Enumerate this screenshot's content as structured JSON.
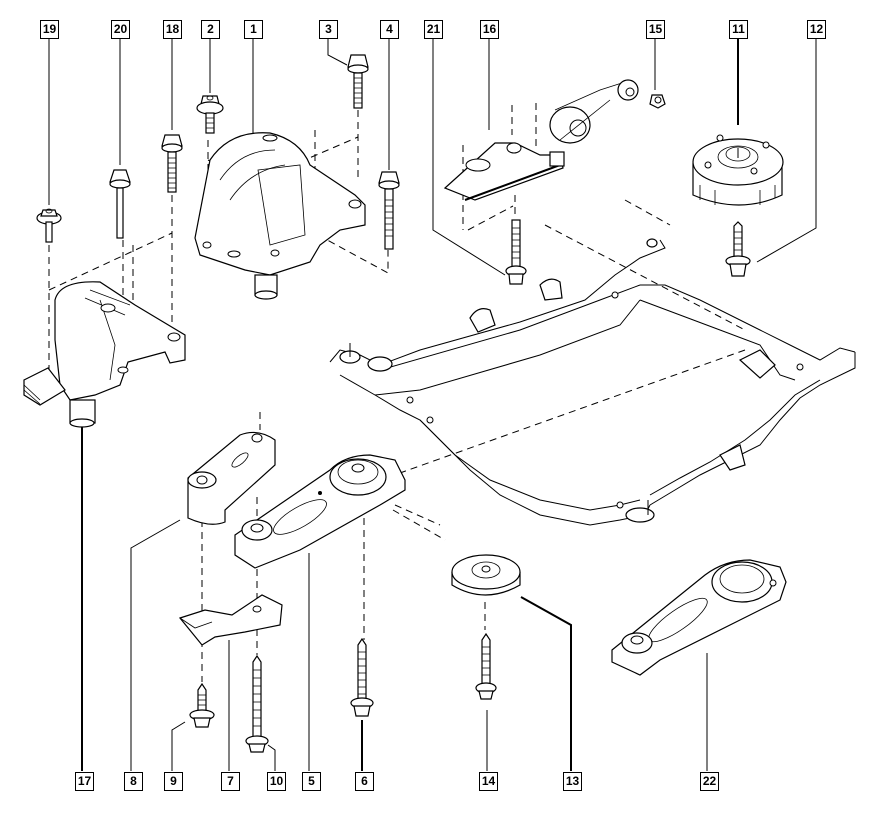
{
  "diagram": {
    "title": "Engine and gearbox suspension mounts with front subframe — exploded view",
    "callouts_top": [
      "19",
      "20",
      "18",
      "2",
      "1",
      "3",
      "4",
      "21",
      "16",
      "15",
      "11",
      "12"
    ],
    "callouts_bottom": [
      "17",
      "8",
      "9",
      "7",
      "10",
      "5",
      "6",
      "14",
      "13",
      "22"
    ],
    "parts": [
      {
        "ref": "1",
        "name": "engine-mount-bracket-right"
      },
      {
        "ref": "2",
        "name": "flanged-nut"
      },
      {
        "ref": "3",
        "name": "bolt"
      },
      {
        "ref": "4",
        "name": "bolt"
      },
      {
        "ref": "5",
        "name": "torque-rod-lower"
      },
      {
        "ref": "6",
        "name": "bolt"
      },
      {
        "ref": "7",
        "name": "bracket-plate"
      },
      {
        "ref": "8",
        "name": "link-bracket"
      },
      {
        "ref": "9",
        "name": "bolt"
      },
      {
        "ref": "10",
        "name": "bolt"
      },
      {
        "ref": "11",
        "name": "rubber-mount-round"
      },
      {
        "ref": "12",
        "name": "bolt"
      },
      {
        "ref": "13",
        "name": "rubber-pad"
      },
      {
        "ref": "14",
        "name": "bolt"
      },
      {
        "ref": "15",
        "name": "nut"
      },
      {
        "ref": "16",
        "name": "bracket-with-bushing"
      },
      {
        "ref": "17",
        "name": "gearbox-mount-left"
      },
      {
        "ref": "18",
        "name": "bolt"
      },
      {
        "ref": "19",
        "name": "flanged-nut"
      },
      {
        "ref": "20",
        "name": "stud-bolt"
      },
      {
        "ref": "21",
        "name": "bolt"
      },
      {
        "ref": "22",
        "name": "torque-rod-alternative"
      }
    ]
  }
}
